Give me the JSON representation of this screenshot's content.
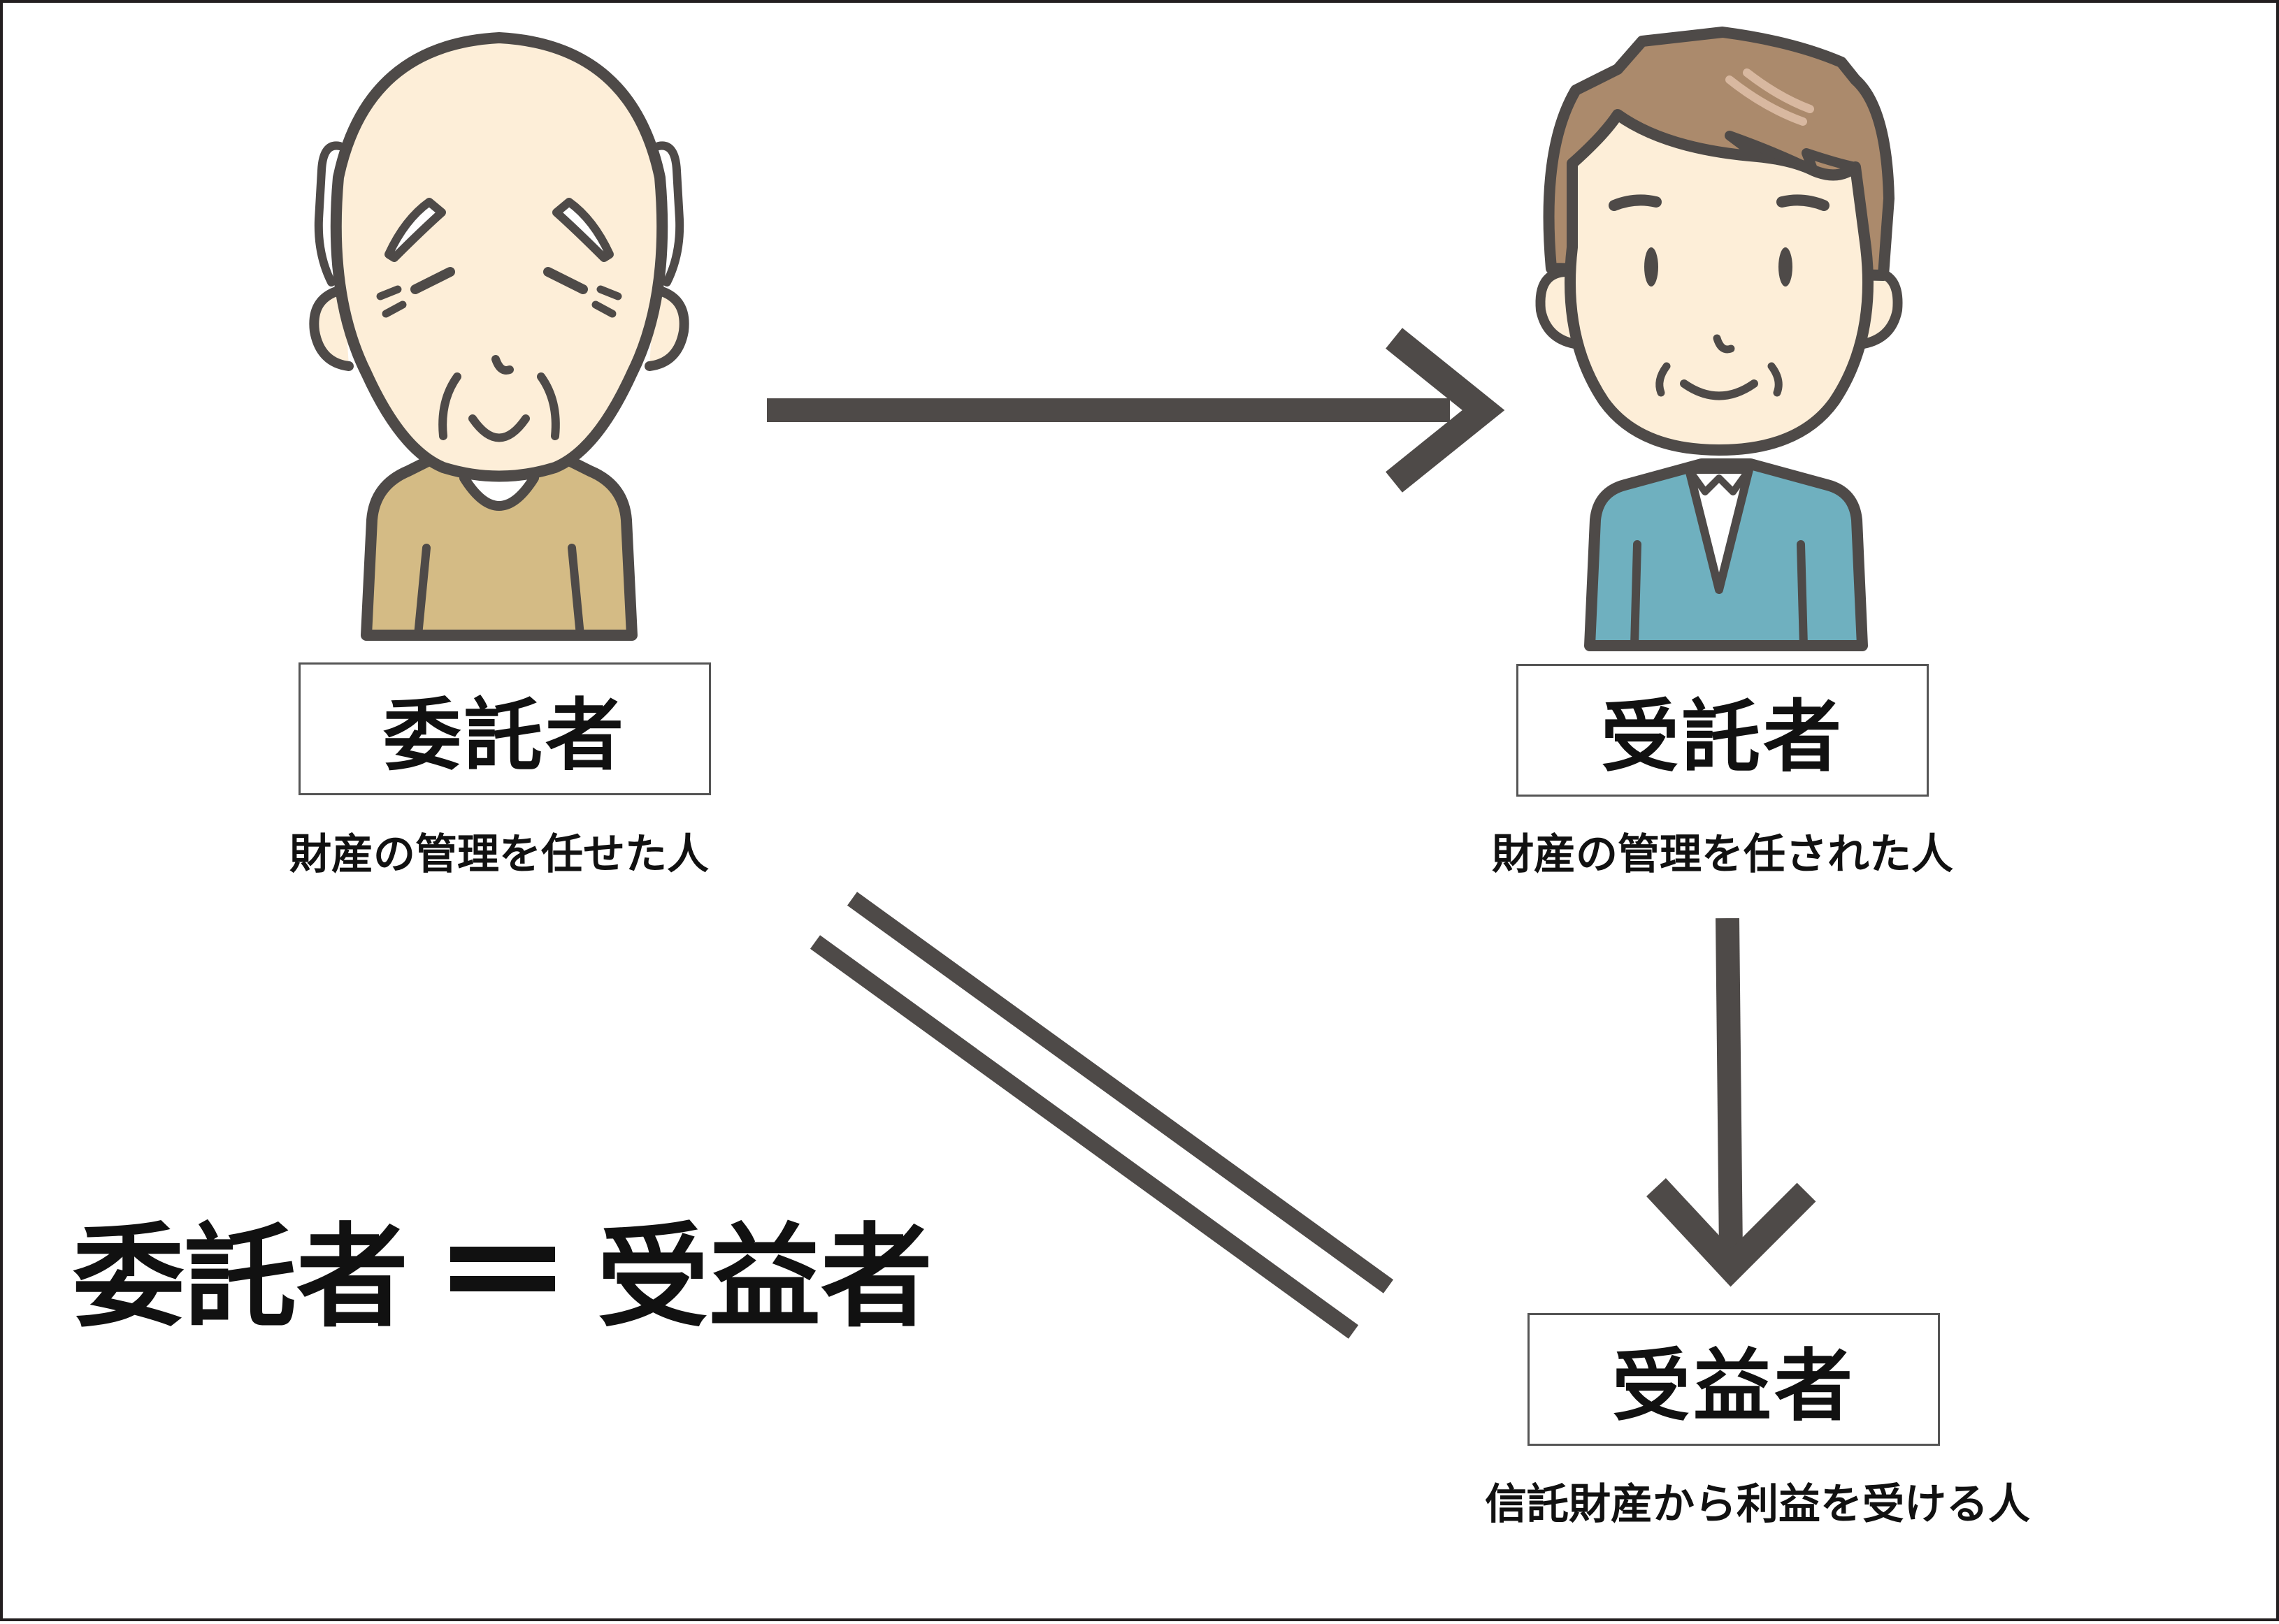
{
  "settlor": {
    "title": "委託者",
    "description": "財産の管理を任せた人"
  },
  "trustee": {
    "title": "受託者",
    "description": "財産の管理を任された人"
  },
  "beneficiary": {
    "title": "受益者",
    "description": "信託財産から利益を受ける人"
  },
  "equation": {
    "left": "委託者",
    "right": "受益者"
  },
  "colors": {
    "outline": "#4e4a48",
    "skin": "#fdeed8",
    "old_man_sweater": "#d4bb85",
    "young_man_jacket": "#6fb0bf",
    "young_man_hair": "#ab8a6c",
    "arrow": "#4e4a48"
  }
}
